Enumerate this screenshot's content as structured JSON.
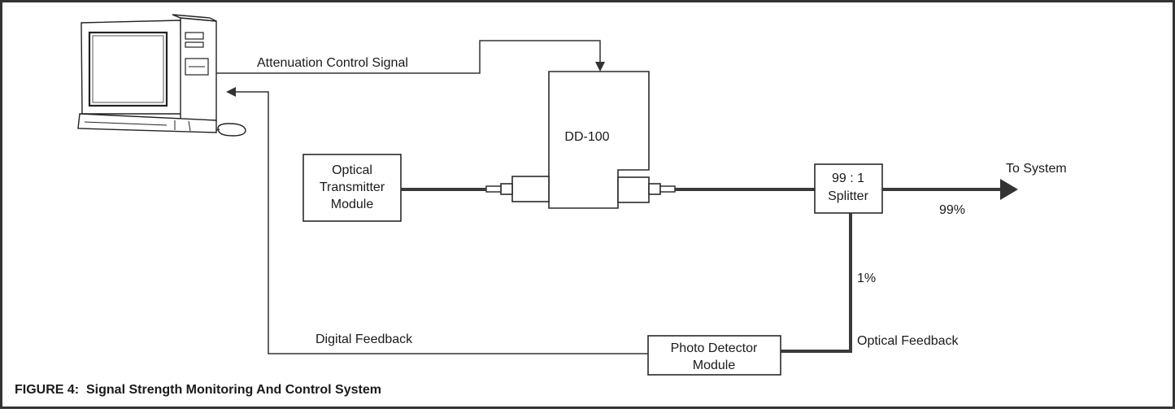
{
  "figure": {
    "caption": "FIGURE 4:  Signal Strength Monitoring And Control System"
  },
  "nodes": {
    "computer": {
      "icon": "desktop-computer-icon"
    },
    "dd100": {
      "label": "DD-100"
    },
    "transmitter": {
      "line1": "Optical",
      "line2": "Transmitter",
      "line3": "Module"
    },
    "splitter": {
      "line1": "99 : 1",
      "line2": "Splitter"
    },
    "detector": {
      "line1": "Photo Detector",
      "line2": "Module"
    }
  },
  "edges": {
    "attenuation": {
      "label": "Attenuation Control Signal"
    },
    "to_system": {
      "label": "To System"
    },
    "output_pct": {
      "label": "99%"
    },
    "tap_pct": {
      "label": "1%"
    },
    "optical_feedback": {
      "label": "Optical Feedback"
    },
    "digital_feedback": {
      "label": "Digital Feedback"
    }
  },
  "colors": {
    "line": "#333333",
    "border": "#333333"
  }
}
